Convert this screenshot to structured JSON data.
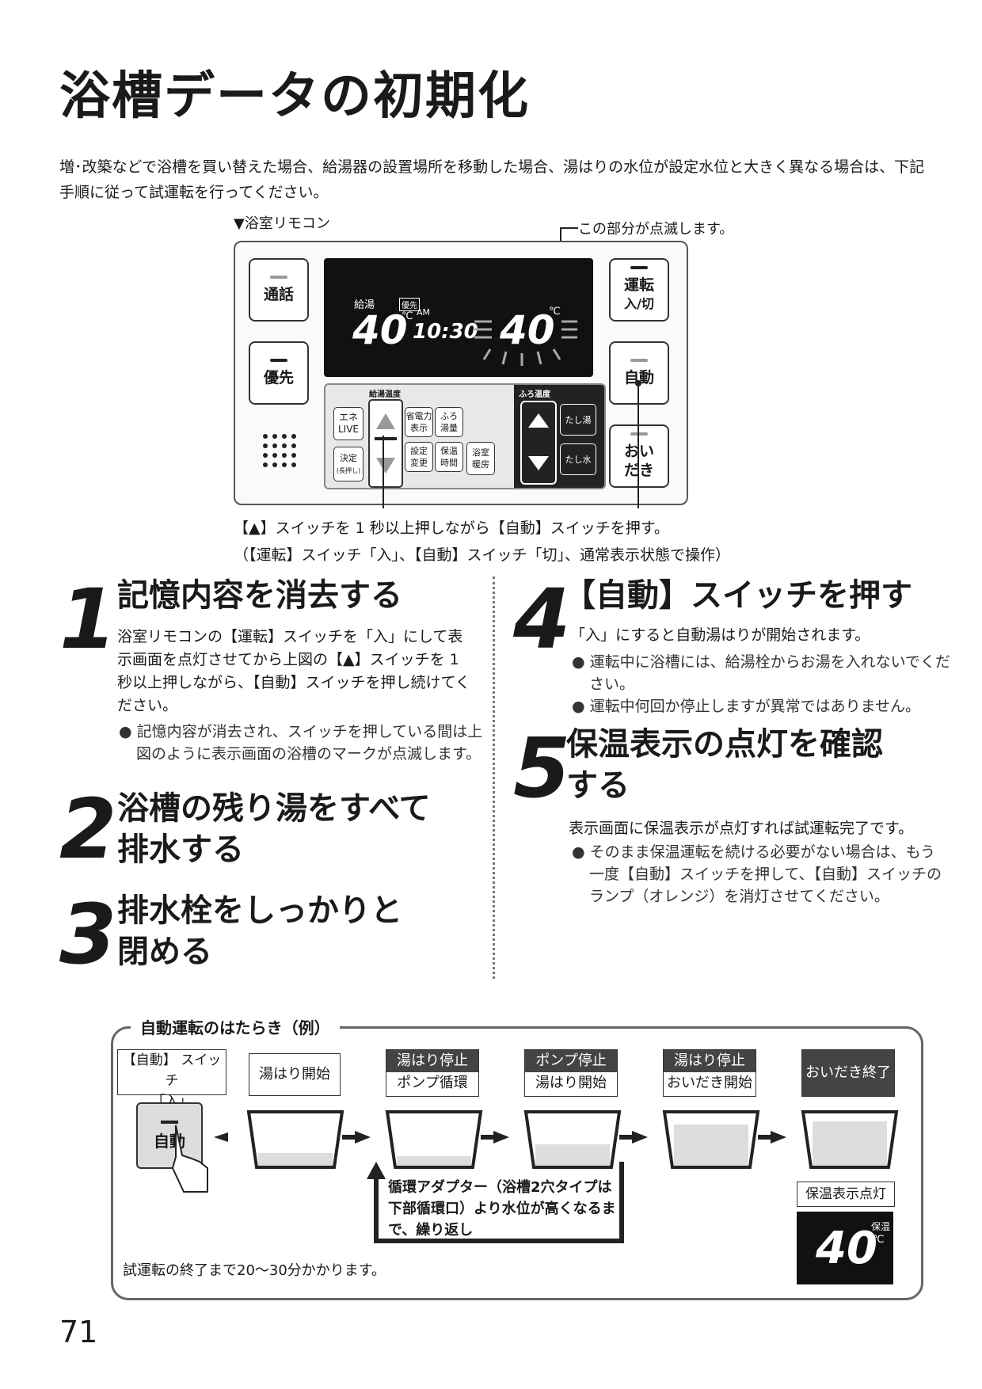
{
  "title": "浴槽データの初期化",
  "intro": "増･改築などで浴槽を買い替えた場合、給湯器の設置場所を移動した場合、湯はりの水位が設定水位と大きく異なる場合は、下記手順に従って試運転を行ってください。",
  "remote": {
    "label": "▼浴室リモコン",
    "blink_note": "この部分が点滅します。",
    "buttons": {
      "call": "通話",
      "priority": "優先",
      "power_1": "運転",
      "power_2": "入/切",
      "auto": "自動",
      "reheat_1": "おい",
      "reheat_2": "だき"
    },
    "lcd": {
      "supply_label": "給湯",
      "priority_label": "優先",
      "supply_temp": "40",
      "unit": "℃",
      "ampm": "AM",
      "time": "10:30",
      "bath_temp": "40"
    },
    "panel": {
      "supply_temp_label": "給湯温度",
      "bath_temp_label": "ふろ温度",
      "eco_1": "エネ",
      "eco_2": "LIVE",
      "decide_1": "決定",
      "decide_2": "(長押し)",
      "power_save_1": "省電力",
      "power_save_2": "表示",
      "bath_amt_1": "ふろ",
      "bath_amt_2": "湯量",
      "setting_1": "設定",
      "setting_2": "変更",
      "keepwarm_1": "保温",
      "keepwarm_2": "時間",
      "heater_1": "浴室",
      "heater_2": "暖房",
      "add_hot": "たし湯",
      "add_water": "たし水"
    }
  },
  "instruction_1": "【▲】スイッチを 1 秒以上押しながら【自動】スイッチを押す。",
  "instruction_2": "（【運転】スイッチ「入」、【自動】スイッチ「切」、通常表示状態で操作）",
  "steps": [
    {
      "num": "1",
      "title": "記憶内容を消去する",
      "body": "浴室リモコンの【運転】スイッチを「入」にして表示画面を点灯させてから上図の【▲】スイッチを 1 秒以上押しながら、【自動】スイッチを押し続けてください。",
      "bullets": [
        "● 記憶内容が消去され、スイッチを押している間は上図のように表示画面の浴槽のマークが点滅します。"
      ]
    },
    {
      "num": "2",
      "title_1": "浴槽の残り湯をすべて",
      "title_2": "排水する"
    },
    {
      "num": "3",
      "title_1": "排水栓をしっかりと",
      "title_2": "閉める"
    },
    {
      "num": "4",
      "title": "【自動】スイッチを押す",
      "body": "「入」にすると自動湯はりが開始されます。",
      "bullets": [
        "● 運転中に浴槽には、給湯栓からお湯を入れないでください。",
        "● 運転中何回か停止しますが異常ではありません。"
      ]
    },
    {
      "num": "5",
      "title_1": "保温表示の点灯を確認",
      "title_2": "する",
      "body": "表示画面に保温表示が点灯すれば試運転完了です。",
      "bullets": [
        "● そのまま保温運転を続ける必要がない場合は、もう一度【自動】スイッチを押して、【自動】スイッチのランプ（オレンジ）を消灯させてください。"
      ]
    }
  ],
  "flow": {
    "title": "自動運転のはたらき（例）",
    "stage1_1": "【自動】 スイッチ",
    "stage1_2": "「入」",
    "stage2": "湯はり開始",
    "stage3_top": "湯はり停止",
    "stage3_bot": "ポンプ循環",
    "stage4_top": "ポンプ停止",
    "stage4_bot": "湯はり開始",
    "stage5_top": "湯はり停止",
    "stage5_bot": "おいだき開始",
    "stage6": "おいだき終了",
    "auto_button": "自動",
    "loop_note": "循環アダプター（浴槽2穴タイプは下部循環口）より水位が高くなるまで、繰り返し",
    "keepwarm_label": "保温表示点灯",
    "keepwarm_mini": "保温",
    "final_temp": "40",
    "final_unit": "℃",
    "duration": "試運転の終了まで20～30分かかります。"
  },
  "page_number": "71"
}
